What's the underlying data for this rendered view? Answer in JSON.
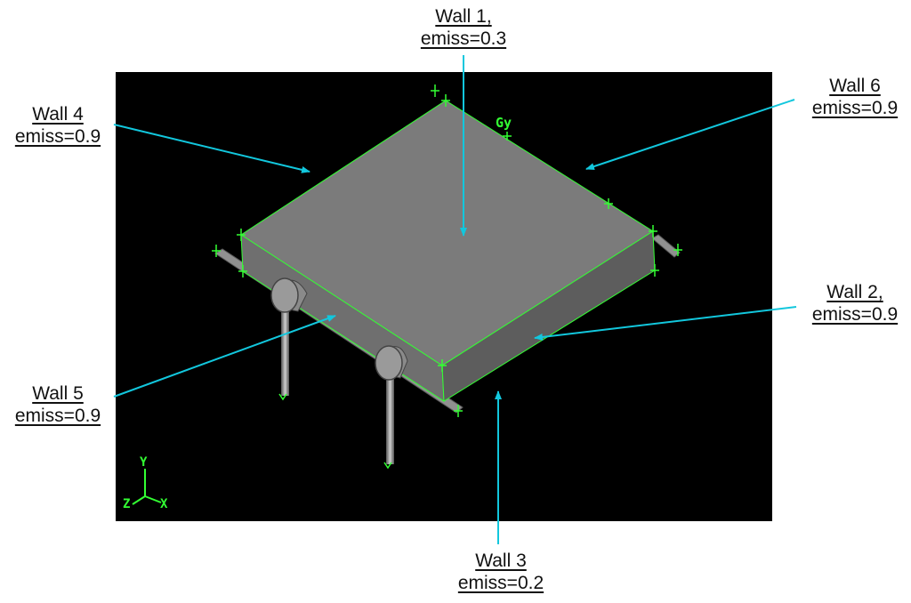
{
  "viewport": {
    "background": "#000000",
    "geometry_color": "#33ff33",
    "axis_label": "Gy",
    "triad": {
      "x": "X",
      "y": "Y",
      "z": "Z"
    }
  },
  "colors": {
    "annotation_arrow": "#12c7dd",
    "surface_top": "#7a7a7a",
    "surface_front": "#707070",
    "surface_side": "#5c5c5c"
  },
  "walls": [
    {
      "id": "wall-1",
      "line1": "Wall 1,",
      "line2": "emiss=0.3"
    },
    {
      "id": "wall-2",
      "line1": "Wall 2,",
      "line2": "emiss=0.9"
    },
    {
      "id": "wall-3",
      "line1": "Wall 3",
      "line2": "emiss=0.2"
    },
    {
      "id": "wall-4",
      "line1": "Wall 4",
      "line2": "emiss=0.9"
    },
    {
      "id": "wall-5",
      "line1": "Wall 5",
      "line2": "emiss=0.9"
    },
    {
      "id": "wall-6",
      "line1": "Wall 6",
      "line2": "emiss=0.9"
    }
  ]
}
